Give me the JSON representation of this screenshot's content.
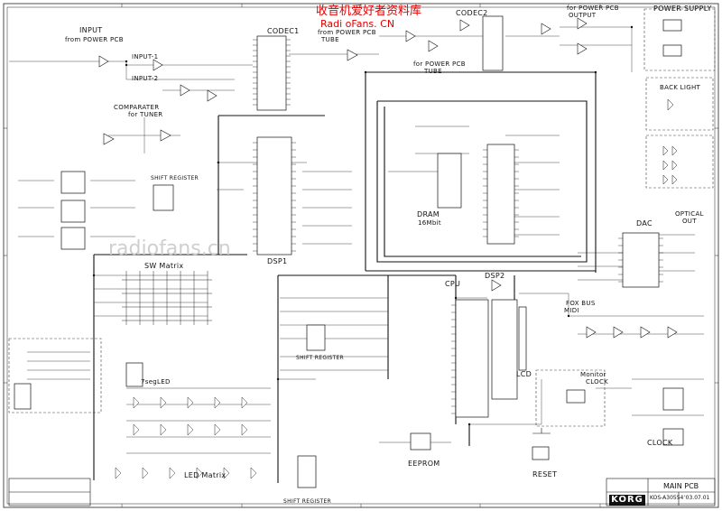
{
  "watermark": {
    "site_cn": "收音机爱好者资料库",
    "site_en": "Radi oFans. CN",
    "mid": "radiofans.cn"
  },
  "blocks": {
    "input": "INPUT",
    "from_power_pcb": "from POWER PCB",
    "input1": "INPUT-1",
    "input2": "INPUT-2",
    "comparator": "COMPARATER",
    "for_tuner": "for TUNER",
    "codec1": "CODEC1",
    "from_power_pcb_2": "from POWER PCB",
    "tube_1": "TUBE",
    "codec2": "CODEC2",
    "for_power_pcb_tube": "for POWER PCB",
    "tube_2": "TUBE",
    "for_power_pcb_output": "for POWER PCB",
    "output": "OUTPUT",
    "power_supply": "POWER SUPPLY",
    "back_light": "BACK LIGHT",
    "shift_register_1": "SHIFT REGISTER",
    "dsp1": "DSP1",
    "dram": "DRAM",
    "dram_size": "16Mbit",
    "optical_out": "OPTICAL",
    "out": "OUT",
    "dac": "DAC",
    "sw_matrix": "SW Matrix",
    "cpu": "CPU",
    "dsp2": "DSP2",
    "fox_bus": "FOX BUS",
    "midi": "MIDI",
    "shift_register_2": "SHIFT REGISTER",
    "lcd": "LCD",
    "seven_seg": "7segLED",
    "monitor": "Monitor",
    "clock": "CLOCK",
    "clock_2": "CLOCK",
    "eeprom": "EEPROM",
    "reset": "RESET",
    "led_matrix": "LED Matrix",
    "shift_register_3": "SHIFT REGISTER"
  },
  "title_block": {
    "logo": "KORG",
    "part_no": "KOS-A30554",
    "title": "MAIN PCB",
    "date": "'03.07.01"
  }
}
